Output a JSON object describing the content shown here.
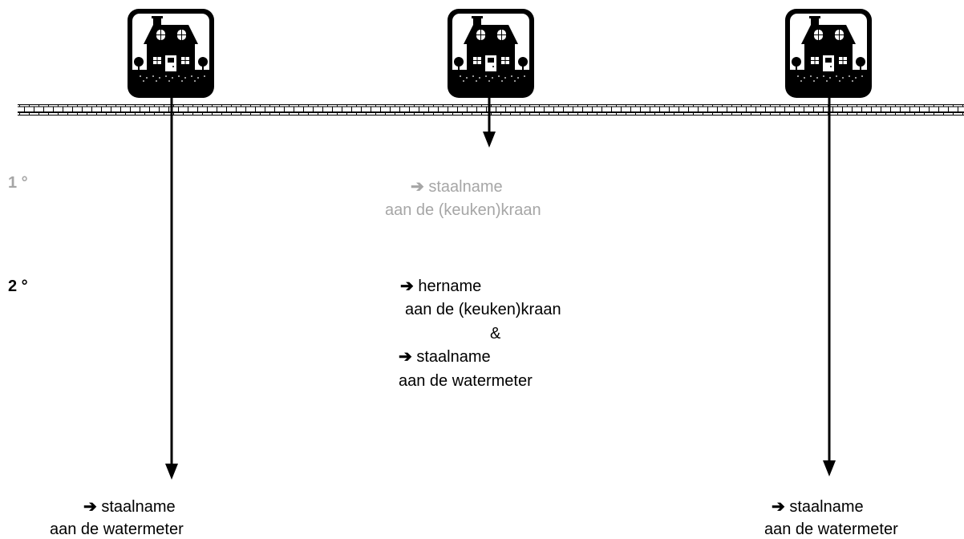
{
  "steps": {
    "step1": {
      "number": "1 °",
      "color": "#a6a6a6",
      "arrow": "➔",
      "line1": "staalname",
      "line2": "aan de (keuken)kraan"
    },
    "step2": {
      "number": "2 °",
      "arrow": "➔",
      "line1": "hername",
      "line2": "aan de (keuken)kraan",
      "ampersand": "&",
      "arrow2": "➔",
      "line3": "staalname",
      "line4": "aan de watermeter"
    }
  },
  "left_house": {
    "icon": "house-icon",
    "arrow": "➔",
    "line1": "staalname",
    "line2": "aan de watermeter"
  },
  "center_house": {
    "icon": "house-icon"
  },
  "right_house": {
    "icon": "house-icon",
    "arrow": "➔",
    "line1": "staalname",
    "line2": "aan de watermeter"
  },
  "colors": {
    "ink": "#000000",
    "muted": "#a6a6a6",
    "background": "#ffffff"
  }
}
